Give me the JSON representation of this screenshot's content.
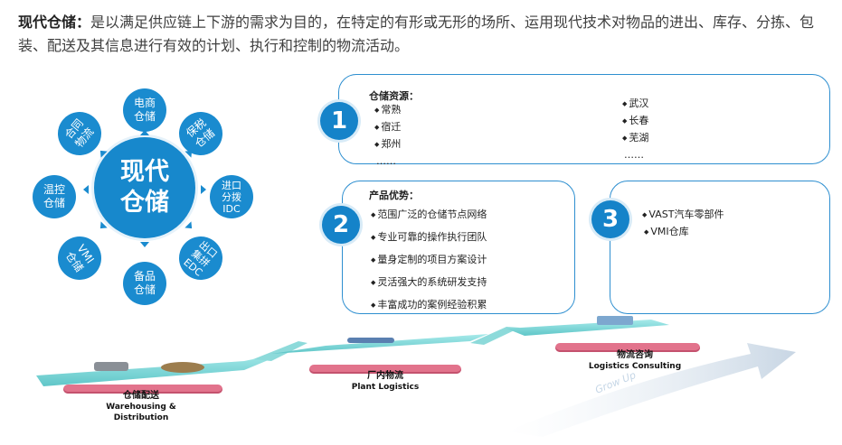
{
  "intro": {
    "term": "现代仓储：",
    "text": "是以满足供应链上下游的需求为目的，在特定的有形或无形的场所、运用现代技术对物品的进出、库存、分拣、包装、配送及其信息进行有效的计划、执行和控制的物流活动。"
  },
  "hub": {
    "center_line1": "现代",
    "center_line2": "仓储",
    "nodes": [
      {
        "l1": "电商",
        "l2": "仓储"
      },
      {
        "l1": "保税",
        "l2": "仓储"
      },
      {
        "l1": "进口",
        "l2": "分拨",
        "l3": "IDC"
      },
      {
        "l1": "出口",
        "l2": "集拼",
        "l3": "EDC"
      },
      {
        "l1": "备品",
        "l2": "仓储"
      },
      {
        "l1": "VMI",
        "l2": "仓储"
      },
      {
        "l1": "温控",
        "l2": "仓储"
      },
      {
        "l1": "合同",
        "l2": "物流"
      }
    ]
  },
  "panel1": {
    "number": "1",
    "title": "仓储资源：",
    "left": [
      "常熟",
      "宿迁",
      "郑州"
    ],
    "right": [
      "武汉",
      "长春",
      "芜湖"
    ],
    "more": "……"
  },
  "panel2": {
    "number": "2",
    "title": "产品优势：",
    "items": [
      "范围广泛的仓储节点网络",
      "专业可靠的操作执行团队",
      "量身定制的项目方案设计",
      "灵活强大的系统研发支持",
      "丰富成功的案例经验积累"
    ]
  },
  "panel3": {
    "number": "3",
    "items": [
      "VAST汽车零部件",
      "VMI仓库"
    ]
  },
  "stages": [
    {
      "cn": "仓储配送",
      "en1": "Warehousing &",
      "en2": "Distribution"
    },
    {
      "cn": "厂内物流",
      "en1": "Plant  Logistics"
    },
    {
      "cn": "物流咨询",
      "en1": "Logistics Consulting"
    }
  ],
  "watermark": "Grow Up",
  "colors": {
    "primary": "#1788cc",
    "stage": "#e2738c",
    "platform": "#7fd6d6"
  }
}
